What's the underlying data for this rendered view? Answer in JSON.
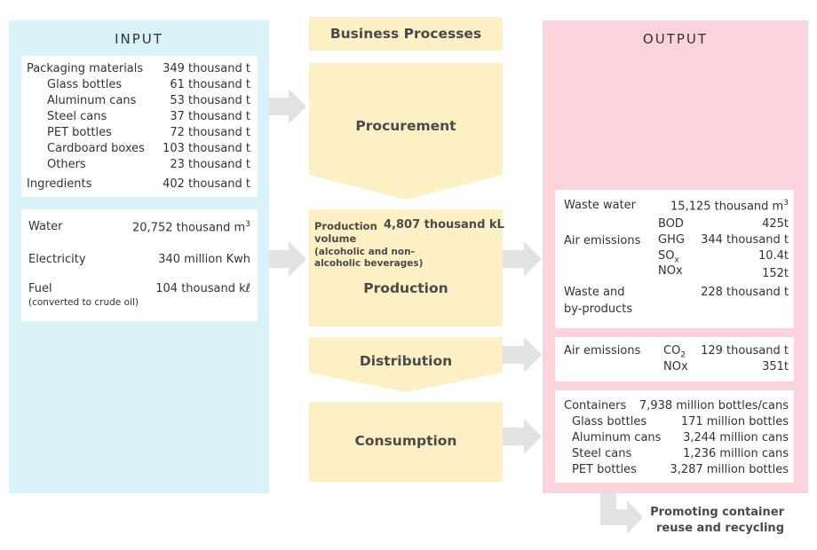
{
  "input": {
    "title": "INPUT",
    "materials": [
      {
        "label": "Packaging materials",
        "value": "349 thousand t"
      },
      {
        "label": "Glass bottles",
        "value": "61 thousand t"
      },
      {
        "label": "Aluminum cans",
        "value": "53 thousand t"
      },
      {
        "label": "Steel cans",
        "value": "37 thousand t"
      },
      {
        "label": "PET bottles",
        "value": "72 thousand t"
      },
      {
        "label": "Cardboard boxes",
        "value": "103 thousand t"
      },
      {
        "label": "Others",
        "value": "23 thousand t"
      },
      {
        "label": "Ingredients",
        "value": "402 thousand t"
      }
    ],
    "resources": {
      "water_label": "Water",
      "water_value": "20,752 thousand m",
      "water_sup": "3",
      "electricity_label": "Electricity",
      "electricity_value": "340 million Kwh",
      "fuel_label": "Fuel",
      "fuel_value": "104 thousand kℓ",
      "fuel_note": "(converted to crude oil)"
    }
  },
  "processes": {
    "header": "Business Processes",
    "procurement": "Procurement",
    "production_volume_label": "Production volume",
    "production_volume_value": "4,807 thousand kL",
    "production_volume_note": "(alcoholic and non-alcoholic beverages)",
    "production": "Production",
    "distribution": "Distribution",
    "consumption": "Consumption"
  },
  "output": {
    "title": "OUTPUT",
    "production": {
      "waste_water_label": "Waste water",
      "waste_water_value": "15,125 thousand m",
      "waste_water_sup": "3",
      "air_label": "Air emissions",
      "bod_label": "BOD",
      "bod_value": "425t",
      "ghg_label": "GHG",
      "ghg_value": "344 thousand t",
      "sox_label": "SO",
      "sox_sub": "x",
      "sox_value": "10.4t",
      "nox_label": "NOx",
      "nox_value": "152t",
      "waste_label_1": "Waste and",
      "waste_label_2": "by-products",
      "waste_value": "228 thousand t"
    },
    "distribution": {
      "air_label": "Air emissions",
      "co2_label": "CO",
      "co2_sub": "2",
      "co2_value": "129 thousand t",
      "nox_label": "NOx",
      "nox_value": "351t"
    },
    "consumption": [
      {
        "label": "Containers",
        "value": "7,938 million bottles/cans"
      },
      {
        "label": "Glass bottles",
        "value": "171 million bottles"
      },
      {
        "label": "Aluminum cans",
        "value": "3,244 million cans"
      },
      {
        "label": "Steel cans",
        "value": "1,236 million cans"
      },
      {
        "label": "PET bottles",
        "value": "3,287 million bottles"
      }
    ],
    "recycling_line1": "Promoting container",
    "recycling_line2": "reuse and recycling"
  },
  "colors": {
    "input_bg": "#d9f2fa",
    "output_bg": "#fbd3dc",
    "process_bg": "#fdf0c4",
    "arrow": "#e2e2e2"
  }
}
